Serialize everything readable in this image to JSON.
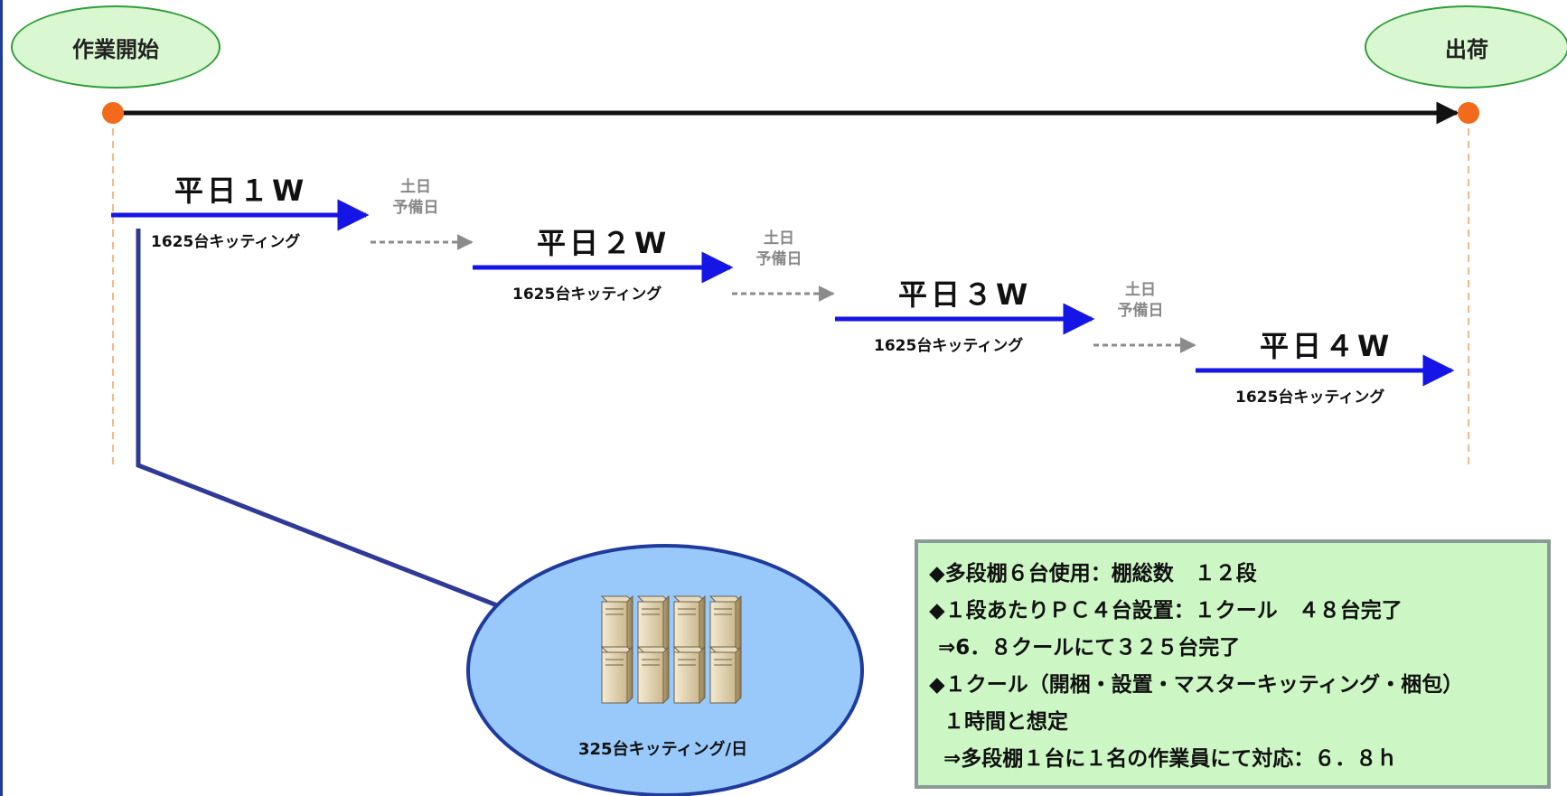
{
  "start_label": "作業開始",
  "end_label": "出荷",
  "weeks": [
    {
      "title": "平日１W",
      "sub": "1625台キッティング"
    },
    {
      "title": "平日２W",
      "sub": "1625台キッティング"
    },
    {
      "title": "平日３W",
      "sub": "1625台キッティング"
    },
    {
      "title": "平日４W",
      "sub": "1625台キッティング"
    }
  ],
  "rest": [
    {
      "line1": "土日",
      "line2": "予備日"
    },
    {
      "line1": "土日",
      "line2": "予備日"
    },
    {
      "line1": "土日",
      "line2": "予備日"
    }
  ],
  "daily_caption": "325台キッティング/日",
  "notes": [
    "◆多段棚６台使用：棚総数　１２段",
    "◆１段あたりＰＣ４台設置：１クール　４８台完了",
    "⇒6．８クールにて３２５台完了",
    "◆１クール（開梱・設置・マスターキッティング・梱包）",
    "１時間と想定",
    "⇒多段棚１台に１名の作業員にて対応：６．８ｈ"
  ],
  "colors": {
    "start_fill": "#d9f7d0",
    "start_border": "#2f9e3a",
    "milestone_dot": "#f26b1d",
    "week_arrow": "#1515e6",
    "rest_arrow": "#8c8c8c",
    "connector": "#2f3a96",
    "bubble_fill": "#99c9fb",
    "bubble_border": "#1f3b9b",
    "notes_fill": "#ccf7c4",
    "notes_border": "#8a9a96"
  },
  "icons": [
    "server-icon"
  ]
}
